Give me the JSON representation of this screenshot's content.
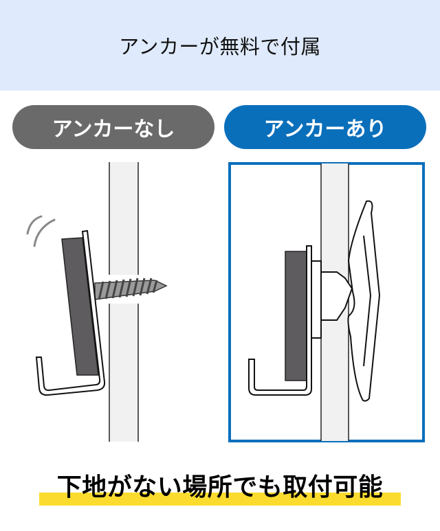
{
  "header": {
    "title": "アンカーが無料で付属",
    "background": "#dfeafc"
  },
  "labels": {
    "without": {
      "text": "アンカーなし",
      "color": "#6a6a6a"
    },
    "with": {
      "text": "アンカーあり",
      "color": "#0a6fbb"
    }
  },
  "diagrams": {
    "without": {
      "description": "Hook with screw loosening in wall without anchor",
      "icons": [
        "hook-icon",
        "screw-icon",
        "wobble-icon",
        "wall-icon"
      ]
    },
    "with": {
      "description": "Hook secured with anchor behind wall",
      "icons": [
        "hook-icon",
        "anchor-icon",
        "wall-icon"
      ],
      "frame_color": "#0a6fbb"
    }
  },
  "caption": {
    "text": "下地がない場所でも取付可能",
    "highlight_color": "#fbdc2e"
  }
}
